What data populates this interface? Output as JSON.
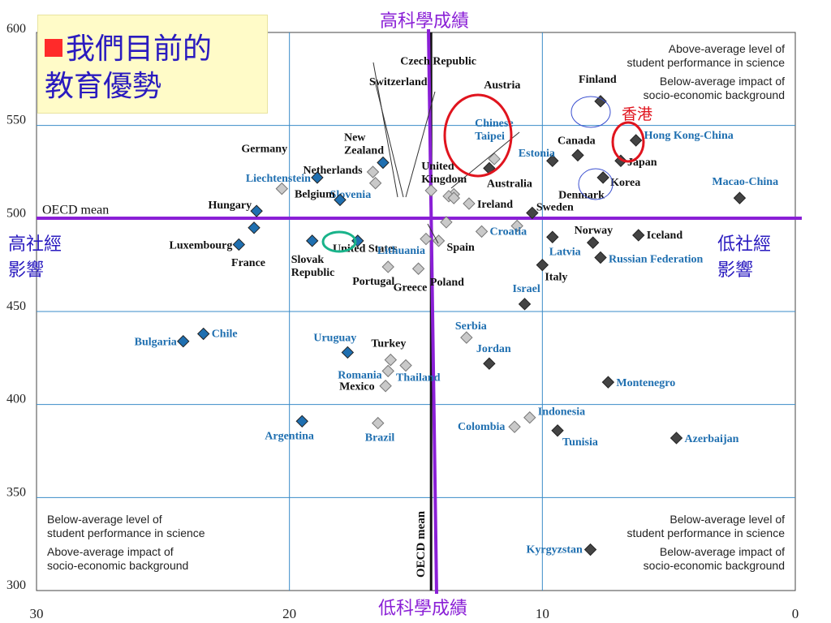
{
  "title": {
    "line1": "我們目前的",
    "line2": "教育優勢"
  },
  "annotations": {
    "high_science": "高科學成績",
    "low_science": "低科學成績",
    "high_ses_l1": "高社經",
    "high_ses_l2": "影響",
    "low_ses_l1": "低社經",
    "low_ses_l2": "影響",
    "hongkong": "香港"
  },
  "quadrant_text": {
    "top_right": [
      "Above-average level of",
      "student performance in science",
      "Below-average impact of",
      "socio-economic background"
    ],
    "bottom_left": [
      "Below-average level of",
      "student performance in science",
      "Above-average impact of",
      "socio-economic background"
    ],
    "bottom_right": [
      "Below-average level of",
      "student performance in science",
      "Below-average impact of",
      "socio-economic background"
    ]
  },
  "colors": {
    "oecd_marker": "#1f6fb0",
    "partner_marker": "#444444",
    "below_marker": "#c9c9c9",
    "partner_label": "#1f6fb0",
    "oecd_label": "#111111",
    "purple": "#8a1fd6",
    "grid": "#3a8bc8",
    "red_circle": "#e0141e",
    "teal_circle": "#19b38a",
    "annotation_blue": "#2a1bbf"
  },
  "chart_data": {
    "type": "scatter",
    "xlabel": "",
    "ylabel": "",
    "xlim": [
      30,
      0
    ],
    "ylim": [
      300,
      600
    ],
    "xticks": [
      30,
      20,
      10,
      0
    ],
    "yticks": [
      300,
      350,
      400,
      450,
      500,
      550,
      600
    ],
    "oecd_mean_y": 500,
    "oecd_mean_y_label": "OECD mean",
    "oecd_mean_x": 14.4,
    "oecd_mean_x_label": "OECD mean",
    "points": [
      {
        "label": "Czech Republic",
        "x": 13.5,
        "y": 513,
        "style": "below"
      },
      {
        "label": "Switzerland",
        "x": 13.7,
        "y": 512,
        "style": "below"
      },
      {
        "label": "Austria",
        "x": 13.5,
        "y": 511,
        "style": "below"
      },
      {
        "label": "Finland",
        "x": 7.7,
        "y": 563,
        "style": "partner"
      },
      {
        "label": "Chinese Taipei",
        "x": 11.9,
        "y": 532,
        "style": "below"
      },
      {
        "label": "Denmark",
        "x": 11.0,
        "y": 496,
        "style": "below"
      },
      {
        "label": "Estonia",
        "x": 9.6,
        "y": 531,
        "style": "partner"
      },
      {
        "label": "Canada",
        "x": 8.6,
        "y": 534,
        "style": "partner"
      },
      {
        "label": "Hong Kong-China",
        "x": 6.3,
        "y": 542,
        "style": "partner"
      },
      {
        "label": "Japan",
        "x": 6.9,
        "y": 531,
        "style": "partner"
      },
      {
        "label": "Korea",
        "x": 7.6,
        "y": 522,
        "style": "partner"
      },
      {
        "label": "United Kingdom",
        "x": 14.4,
        "y": 515,
        "style": "below"
      },
      {
        "label": "Australia",
        "x": 12.1,
        "y": 527,
        "style": "partner"
      },
      {
        "label": "Ireland",
        "x": 12.9,
        "y": 508,
        "style": "below"
      },
      {
        "label": "Sweden",
        "x": 10.4,
        "y": 503,
        "style": "partner"
      },
      {
        "label": "Macao-China",
        "x": 2.2,
        "y": 511,
        "style": "partner"
      },
      {
        "label": "Germany",
        "x": 20.3,
        "y": 516,
        "style": "below"
      },
      {
        "label": "New Zealand",
        "x": 16.3,
        "y": 530,
        "style": "oecd"
      },
      {
        "label": "Netherlands",
        "x": 16.7,
        "y": 525,
        "style": "below"
      },
      {
        "label": "Slovenia",
        "x": 16.6,
        "y": 519,
        "style": "below"
      },
      {
        "label": "Liechtenstein",
        "x": 18.9,
        "y": 522,
        "style": "oecd"
      },
      {
        "label": "Belgium",
        "x": 18.0,
        "y": 510,
        "style": "oecd"
      },
      {
        "label": "Hungary",
        "x": 21.3,
        "y": 504,
        "style": "oecd"
      },
      {
        "label": "United States",
        "x": 14.6,
        "y": 489,
        "style": "below"
      },
      {
        "label": "Spain",
        "x": 14.1,
        "y": 488,
        "style": "below"
      },
      {
        "label": "Croatia",
        "x": 12.4,
        "y": 493,
        "style": "below"
      },
      {
        "label": "Norway",
        "x": 8.0,
        "y": 487,
        "style": "partner"
      },
      {
        "label": "Iceland",
        "x": 6.2,
        "y": 491,
        "style": "partner"
      },
      {
        "label": "Latvia",
        "x": 9.6,
        "y": 490,
        "style": "partner"
      },
      {
        "label": "Russian Federation",
        "x": 7.7,
        "y": 479,
        "style": "partner"
      },
      {
        "label": "Luxembourg",
        "x": 22.0,
        "y": 486,
        "style": "oecd"
      },
      {
        "label": "France",
        "x": 21.4,
        "y": 495,
        "style": "oecd"
      },
      {
        "label": "Slovak Republic",
        "x": 19.1,
        "y": 488,
        "style": "oecd"
      },
      {
        "label": "Lithuania",
        "x": 17.3,
        "y": 488,
        "style": "oecd"
      },
      {
        "label": "Portugal",
        "x": 16.1,
        "y": 474,
        "style": "below"
      },
      {
        "label": "Greece",
        "x": 14.9,
        "y": 473,
        "style": "below"
      },
      {
        "label": "Poland",
        "x": 13.8,
        "y": 498,
        "style": "below"
      },
      {
        "label": "Italy",
        "x": 10.0,
        "y": 475,
        "style": "partner"
      },
      {
        "label": "Israel",
        "x": 10.7,
        "y": 454,
        "style": "partner"
      },
      {
        "label": "Serbia",
        "x": 13.0,
        "y": 436,
        "style": "below"
      },
      {
        "label": "Jordan",
        "x": 12.1,
        "y": 422,
        "style": "partner"
      },
      {
        "label": "Montenegro",
        "x": 7.4,
        "y": 412,
        "style": "partner"
      },
      {
        "label": "Bulgaria",
        "x": 24.2,
        "y": 434,
        "style": "oecd"
      },
      {
        "label": "Chile",
        "x": 23.4,
        "y": 438,
        "style": "oecd"
      },
      {
        "label": "Uruguay",
        "x": 17.7,
        "y": 428,
        "style": "oecd"
      },
      {
        "label": "Turkey",
        "x": 16.0,
        "y": 424,
        "style": "below"
      },
      {
        "label": "Thailand",
        "x": 15.4,
        "y": 421,
        "style": "below"
      },
      {
        "label": "Romania",
        "x": 16.1,
        "y": 418,
        "style": "below"
      },
      {
        "label": "Mexico",
        "x": 16.2,
        "y": 410,
        "style": "below"
      },
      {
        "label": "Indonesia",
        "x": 10.5,
        "y": 393,
        "style": "below"
      },
      {
        "label": "Colombia",
        "x": 11.1,
        "y": 388,
        "style": "below"
      },
      {
        "label": "Tunisia",
        "x": 9.4,
        "y": 386,
        "style": "partner"
      },
      {
        "label": "Azerbaijan",
        "x": 4.7,
        "y": 382,
        "style": "partner"
      },
      {
        "label": "Argentina",
        "x": 19.5,
        "y": 391,
        "style": "oecd"
      },
      {
        "label": "Brazil",
        "x": 16.5,
        "y": 390,
        "style": "below"
      },
      {
        "label": "Kyrgyzstan",
        "x": 8.1,
        "y": 322,
        "style": "partner"
      }
    ]
  }
}
